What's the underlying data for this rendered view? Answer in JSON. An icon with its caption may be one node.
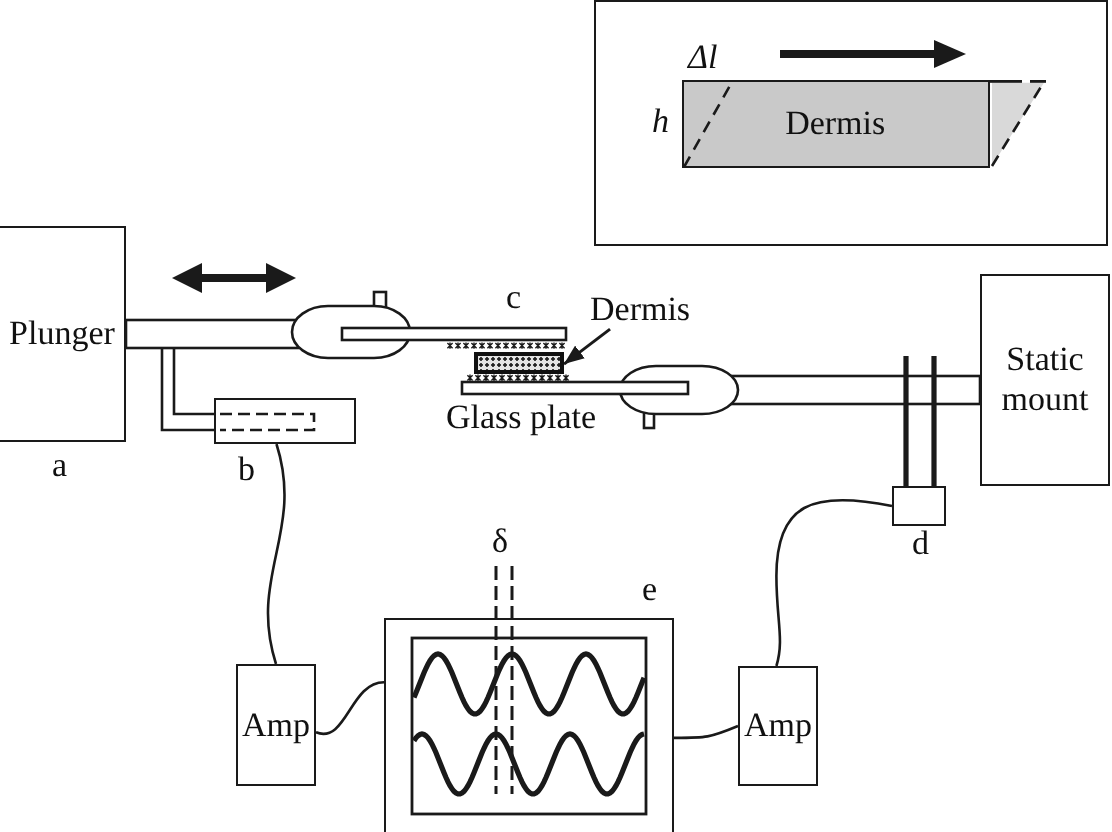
{
  "diagram": {
    "nodes": [
      {
        "text": [],
        "shape": "box"
      },
      {
        "text": [
          "Dermis"
        ],
        "in": 0,
        "beside": [
          "Δl",
          "h"
        ]
      },
      {
        "text": [
          "Plunger"
        ],
        "beside": [
          "a"
        ]
      },
      {
        "text": [
          "Dermis"
        ]
      },
      {
        "text": [],
        "shape": "box"
      },
      {
        "text": [
          "Static mount"
        ]
      },
      {
        "text": [],
        "shape": "box",
        "beside": [
          "b"
        ]
      },
      {
        "text": [],
        "shape": "box",
        "beside": [
          "d"
        ]
      },
      {
        "text": [
          "Amp"
        ]
      },
      {
        "text": [],
        "shape": "box",
        "beside": [
          "e"
        ]
      },
      {
        "text": [
          "Amp"
        ]
      }
    ],
    "edges": [
      {
        "from": 3,
        "to": 4,
        "arrow": "to"
      },
      {
        "from": 6,
        "to": 8,
        "arrow": "none"
      },
      {
        "from": 8,
        "to": 9,
        "arrow": "none"
      },
      {
        "from": 7,
        "to": 10,
        "arrow": "none"
      },
      {
        "from": 10,
        "to": 9,
        "arrow": "none"
      }
    ],
    "labels": [
      "c",
      "Glass plate",
      "δ"
    ]
  }
}
